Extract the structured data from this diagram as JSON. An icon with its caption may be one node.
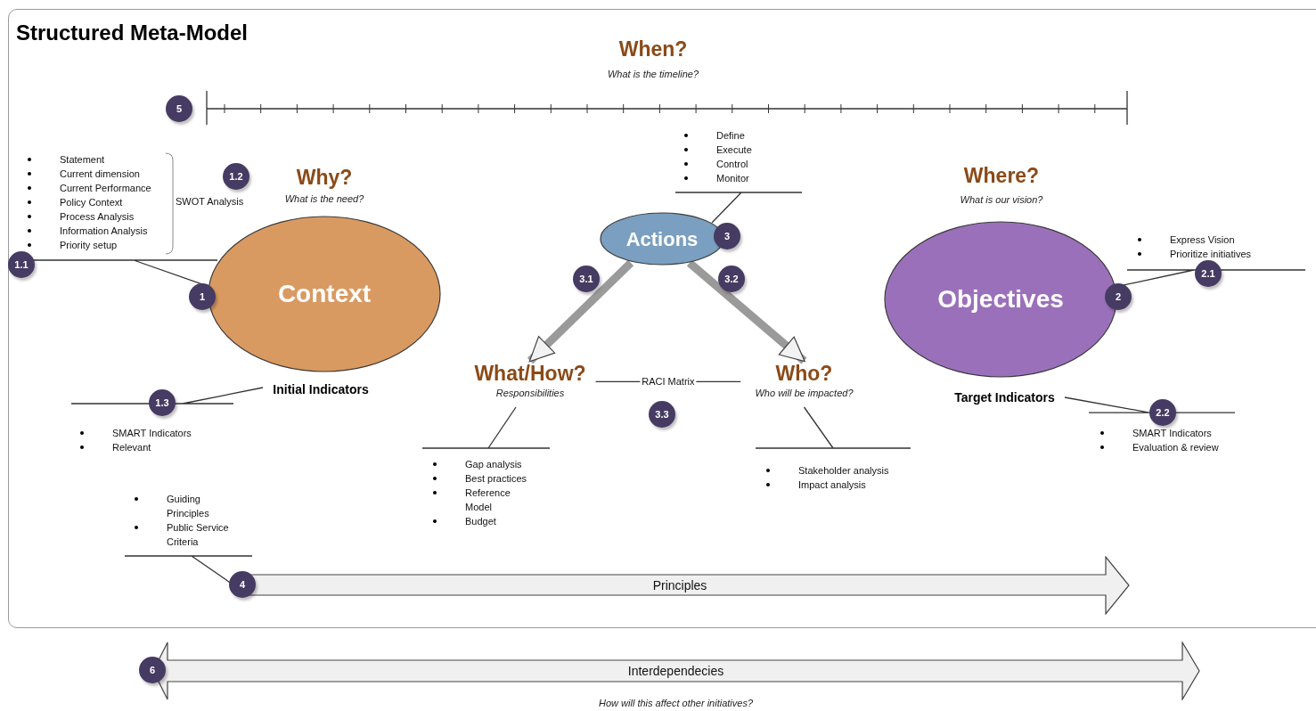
{
  "diagram": {
    "title": "Structured Meta-Model",
    "nodes": [
      {
        "text": [
          "Statement",
          "Current dimension",
          "Current Performance",
          "Policy Context",
          "Process Analysis",
          "Information Analysis",
          "Priority setup"
        ]
      },
      {
        "text": [
          "1.2"
        ]
      },
      {
        "text": [
          "Context"
        ]
      },
      {
        "text": [
          "1.1"
        ]
      },
      {
        "text": [
          "1"
        ]
      },
      {
        "text": [
          "Initial Indicators"
        ]
      },
      {
        "text": [
          "SMART Indicators",
          "Relevant"
        ]
      },
      {
        "text": [
          "1.3"
        ]
      },
      {
        "text": [
          "Define",
          "Execute",
          "Control",
          "Monitor"
        ]
      },
      {
        "text": [
          "Actions"
        ]
      },
      {
        "text": [
          "3"
        ]
      },
      {
        "text": [
          "3.1"
        ]
      },
      {
        "text": [
          "3.2"
        ]
      },
      {
        "text": [
          "What/How?",
          "Responsibilities"
        ]
      },
      {
        "text": [
          "Who?",
          "Who will be impacted?"
        ]
      },
      {
        "text": [
          "3.3"
        ]
      },
      {
        "text": [
          "Gap analysis",
          "Best practices",
          "Reference Model",
          "Budget"
        ]
      },
      {
        "text": [
          "Stakeholder analysis",
          "Impact analysis"
        ]
      },
      {
        "text": [
          "Objectives"
        ]
      },
      {
        "text": [
          "Express Vision",
          "Prioritize initiatives"
        ]
      },
      {
        "text": [
          "2.1"
        ]
      },
      {
        "text": [
          "2"
        ]
      },
      {
        "text": [
          "Target Indicators"
        ]
      },
      {
        "text": [
          "2.2"
        ]
      },
      {
        "text": [
          "SMART Indicators",
          "Evaluation & review"
        ]
      },
      {
        "text": [
          "Guiding Principles",
          "Public Service Criteria"
        ]
      },
      {
        "text": [
          "Principles"
        ]
      },
      {
        "text": [
          "4"
        ]
      },
      {
        "text": [
          "5"
        ]
      },
      {
        "text": [
          "Interdependecies"
        ],
        "beside": [
          "How will this affect other initiatives?"
        ]
      },
      {
        "text": [
          "6"
        ]
      }
    ],
    "edges": [
      {
        "from": 0,
        "to": 2,
        "arrow": "none"
      },
      {
        "from": 6,
        "to": 5,
        "arrow": "none"
      },
      {
        "from": 8,
        "to": 9,
        "arrow": "none"
      },
      {
        "from": 9,
        "to": 13,
        "arrow": "to",
        "style": "thick",
        "color": "#9a9a9a"
      },
      {
        "from": 9,
        "to": 14,
        "arrow": "to",
        "style": "thick",
        "color": "#9a9a9a"
      },
      {
        "from": 13,
        "to": 14,
        "arrow": "none",
        "label": "RACI Matrix"
      },
      {
        "from": 16,
        "to": 13,
        "arrow": "none"
      },
      {
        "from": 17,
        "to": 14,
        "arrow": "none"
      },
      {
        "from": 19,
        "to": 18,
        "arrow": "none"
      },
      {
        "from": 24,
        "to": 22,
        "arrow": "none"
      },
      {
        "from": 25,
        "to": 26,
        "arrow": "none"
      }
    ],
    "labels": [
      "When?",
      "What is the timeline?",
      "Why?",
      "What is the need?",
      "SWOT Analysis",
      "Where?",
      "What is our vision?"
    ]
  }
}
